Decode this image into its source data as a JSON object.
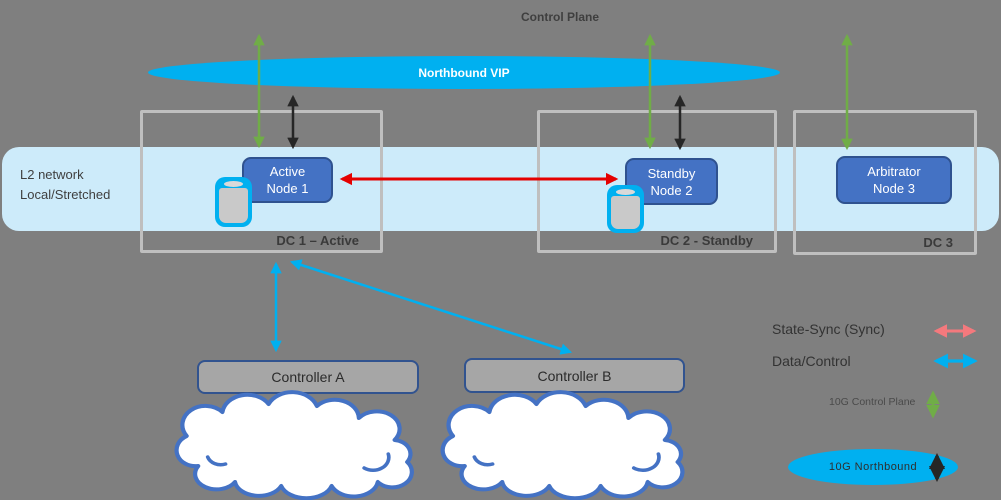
{
  "diagram": {
    "control_plane_label": "Control Plane",
    "northbound_vip": {
      "label": "Northbound VIP",
      "color": "#00B0F0"
    },
    "l2_network": {
      "line1": "L2 network",
      "line2": "Local/Stretched",
      "color": "#CDEBFA"
    },
    "datacenters": [
      {
        "label": "DC 1 – Active",
        "node_line1": "Active",
        "node_line2": "Node 1",
        "has_database": true
      },
      {
        "label": "DC 2 - Standby",
        "node_line1": "Standby",
        "node_line2": "Node 2",
        "has_database": true
      },
      {
        "label": "DC 3",
        "node_line1": "Arbitrator",
        "node_line2": "Node 3",
        "has_database": false
      }
    ],
    "controllers": [
      {
        "label": "Controller A"
      },
      {
        "label": "Controller B"
      }
    ],
    "legend": {
      "state_sync": {
        "label": "State-Sync (Sync)",
        "color": "#F4797D"
      },
      "data_control": {
        "label": "Data/Control",
        "color": "#00B0F0"
      },
      "control_plane_10g": {
        "label": "10G Control Plane",
        "color": "#70AD47"
      },
      "northbound_10g": {
        "label": "10G Northbound",
        "arrow_color": "#262626",
        "ellipse_color": "#00B0F0"
      }
    },
    "colors": {
      "background": "#7F7F7F",
      "node_fill": "#4472C4",
      "node_border": "#2F528F",
      "dc_border": "#BFBFBF",
      "sync_arrow": "#E50000",
      "control_plane_arrow": "#70AD47",
      "northbound_arrow": "#262626",
      "data_arrow": "#00B0F0",
      "cloud_border": "#4472C4",
      "controller_fill": "#A6A6A6",
      "l2_band": "#CDEBFA"
    }
  }
}
